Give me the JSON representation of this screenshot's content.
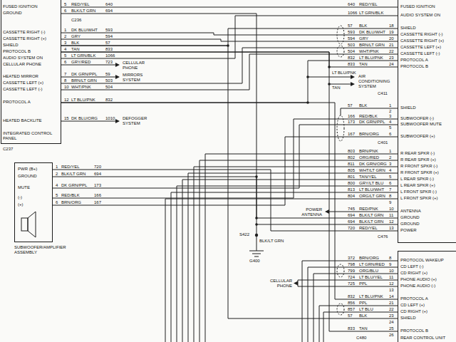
{
  "diagram": {
    "nodes": [
      {
        "text": [
          "FUSED IGNITION",
          "GROUND",
          "CASSETTE RIGHT (-)",
          "CASSETTE RIGHT (+)",
          "SHIELD",
          "PROTOCOL B",
          "AUDIO SYSTEM ON",
          "CELLULAR PHONE",
          "HEATED MIRROR",
          "CASSETTE LEFT (+)",
          "CASSETTE LEFT (-)",
          "PROTOCOL A",
          "HEATED BACKLITE",
          "INTEGRATED CONTROL PANEL"
        ]
      },
      {
        "text": [
          "FUSED IGNITION",
          "AUDIO SYSTEM ON",
          "SHIELD",
          "CASSETTE RIGHT (-)",
          "CASSETTE RIGHT (+)",
          "CASSETTE LEFT (+)",
          "CASSETTE LEFT (-)",
          "PROTOCOL A",
          "PROTOCOL B",
          "SHIELD",
          "SUBWOOFER (-)",
          "SUBWOOFER MUTE",
          "SUBWOOFER (+)",
          "R REAR SPKR (-)",
          "R REAR SPKR (+)",
          "R FRONT SPKR (-)",
          "R FRONT SPKR (+)",
          "L REAR SPKR (-)",
          "L REAR SPKR (+)",
          "L FRONT SPKR (-)",
          "L FRONT SPKR (+)",
          "ANTENNA",
          "GROUND",
          "GROUND",
          "POWER"
        ]
      },
      {
        "text": [
          "PWR (B+)",
          "GROUND",
          "MUTE",
          "(-)",
          "(+)",
          "SUBWOOFER/AMPLIFIER ASSEMBLY"
        ]
      },
      {
        "text": [
          "PROTOCOL WAKEUP",
          "CD LEFT (-)",
          "CD RIGHT (+)",
          "PHONE AUDIO (+)",
          "PHONE AUDIO (-)",
          "PROTOCOL A",
          "CD LEFT (+)",
          "CD RIGHT (+)",
          "SHIELD",
          "PROTOCOL B",
          "REAR CONTROL UNIT"
        ]
      }
    ],
    "edges": [
      {
        "from": 0,
        "to": 1,
        "arrow": "none"
      },
      {
        "from": 0,
        "to": 1,
        "arrow": "none"
      },
      {
        "from": 0,
        "to": 1,
        "arrow": "none"
      },
      {
        "from": 0,
        "to": 1,
        "arrow": "none"
      },
      {
        "from": 0,
        "to": 1,
        "arrow": "none"
      },
      {
        "from": 0,
        "to": 1,
        "arrow": "none"
      },
      {
        "from": 0,
        "to": 1,
        "arrow": "none"
      },
      {
        "from": 0,
        "to": 1,
        "arrow": "none"
      },
      {
        "from": 0,
        "to": 1,
        "arrow": "none"
      },
      {
        "from": 0,
        "to": 1,
        "arrow": "none"
      },
      {
        "from": 2,
        "to": 1,
        "arrow": "none"
      },
      {
        "from": 2,
        "to": 1,
        "arrow": "none"
      },
      {
        "from": 2,
        "to": 1,
        "arrow": "none"
      },
      {
        "from": 2,
        "to": 1,
        "arrow": "none"
      },
      {
        "from": 2,
        "to": 1,
        "arrow": "none"
      },
      {
        "from": 0,
        "to": 3,
        "arrow": "none"
      },
      {
        "from": 0,
        "to": 3,
        "arrow": "none"
      },
      {
        "from": 0,
        "to": 3,
        "arrow": "none"
      }
    ],
    "labels": [
      "5",
      "RED/YEL",
      "640",
      "6",
      "BLK/LT GRN",
      "694",
      "C236",
      "1",
      "DK BLU/WHT",
      "593",
      "2",
      "GRY",
      "594",
      "3",
      "BLK",
      "57",
      "4",
      "TAN",
      "833",
      "5",
      "LT GRN/BLK",
      "1066",
      "6",
      "GRY/RED",
      "723",
      "7",
      "DK GRN/PPL",
      "59",
      "8",
      "BRN/LT GRN",
      "503",
      "10",
      "WHT/PNK",
      "504",
      "12",
      "LT BLU/PNK",
      "832",
      "15",
      "DK BLU/ORG",
      "1010",
      "CELLULAR PHONE",
      "MIRRORS SYSTEM",
      "DEFOGGER SYSTEM",
      "C237",
      "640",
      "RED/YEL",
      "1066",
      "LT GRN/BLK",
      "57",
      "BLK",
      "18",
      "593",
      "DK BLU/WHT",
      "19",
      "594",
      "GRY",
      "20",
      "503",
      "BRN/LT GRN",
      "21",
      "504",
      "WHT/PNK",
      "22",
      "832",
      "LT BLU/PNK",
      "23",
      "833",
      "TAN",
      "24",
      "LT BLU/PNK",
      "TAN",
      "AIR CONDITIONING SYSTEM",
      "C411",
      "57",
      "BLK",
      "1",
      "2",
      "166",
      "RED/BLK",
      "3",
      "173",
      "DK GRN/PPL",
      "4",
      "5",
      "167",
      "BRN/ORG",
      "6",
      "C401",
      "803",
      "BRN/PNK",
      "1",
      "802",
      "ORG/RED",
      "2",
      "811",
      "DK GRN/ORG",
      "3",
      "805",
      "WHT/LT GRN",
      "4",
      "801",
      "TAN/YEL",
      "5",
      "800",
      "GRY/LT BLU",
      "6",
      "813",
      "LT BLU/WHT",
      "7",
      "804",
      "ORG/LT GRN",
      "8",
      "9",
      "745",
      "RED/PNK",
      "10",
      "POWER ANTENNA",
      "694",
      "BLK/LT GRN",
      "11",
      "694",
      "BLK/LT GRN",
      "12",
      "720",
      "RED/YEL",
      "13",
      "C476",
      "S422",
      "BLK/LT GRN",
      "G400",
      "1",
      "RED/YEL",
      "720",
      "2",
      "BLK/LT GRN",
      "694",
      "4",
      "DK GRN/PPL",
      "173",
      "5",
      "RED/BLK",
      "166",
      "6",
      "BRN/ORG",
      "167",
      "372",
      "BRN/ORG",
      "8",
      "798",
      "LT GRN/RED",
      "9",
      "799",
      "ORG/BLU",
      "10",
      "724",
      "LT BLU/YEL",
      "11",
      "725",
      "PPL",
      "12",
      "13",
      "CELLULAR PHONE",
      "832",
      "LT BLU/PNK",
      "14",
      "856",
      "PPL",
      "21",
      "857",
      "LT BLU",
      "22",
      "57",
      "BLK",
      "23",
      "24",
      "833",
      "TAN",
      "25",
      "26",
      "C480"
    ]
  }
}
